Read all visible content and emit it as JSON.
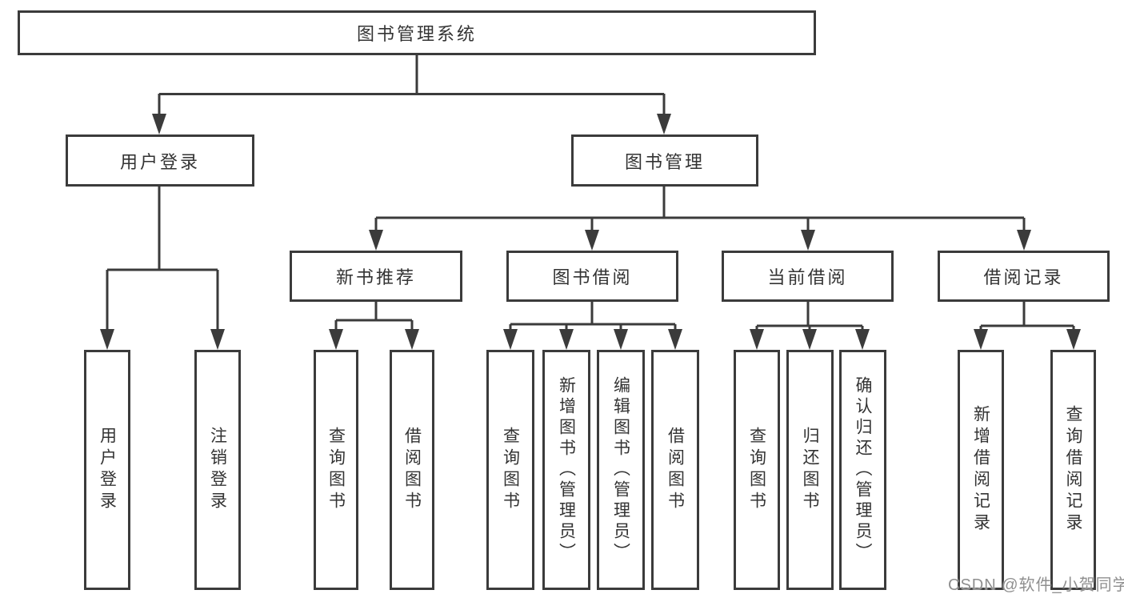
{
  "tree": {
    "label": "图书管理系统",
    "children": [
      {
        "label": "用户登录",
        "children": [
          {
            "label": "用户登录"
          },
          {
            "label": "注销登录"
          }
        ]
      },
      {
        "label": "图书管理",
        "children": [
          {
            "label": "新书推荐",
            "children": [
              {
                "label": "查询图书"
              },
              {
                "label": "借阅图书"
              }
            ]
          },
          {
            "label": "图书借阅",
            "children": [
              {
                "label": "查询图书"
              },
              {
                "label": "新增图书（管理员）"
              },
              {
                "label": "编辑图书（管理员）"
              },
              {
                "label": "借阅图书"
              }
            ]
          },
          {
            "label": "当前借阅",
            "children": [
              {
                "label": "查询图书"
              },
              {
                "label": "归还图书"
              },
              {
                "label": "确认归还（管理员）"
              }
            ]
          },
          {
            "label": "借阅记录",
            "children": [
              {
                "label": "新增借阅记录"
              },
              {
                "label": "查询借阅记录"
              }
            ]
          }
        ]
      }
    ]
  },
  "watermark": {
    "text": "CSDN @软件_小贺同学"
  },
  "colors": {
    "line": "#3b3b3b",
    "border": "#3b3b3b",
    "text": "#333333",
    "background": "#ffffff",
    "watermark": "#8f8f8f"
  }
}
